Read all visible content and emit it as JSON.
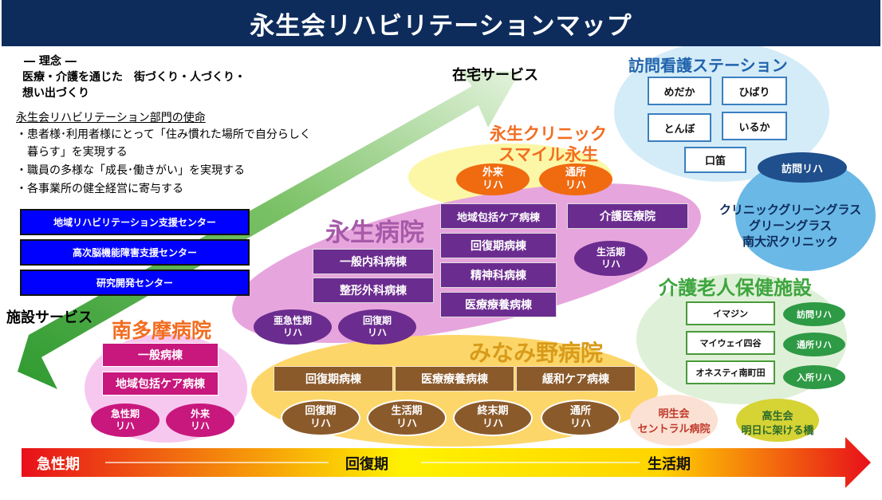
{
  "title": "永生会リハビリテーションマップ",
  "philosophy": {
    "heading": "― 理念 ―",
    "line1": "医療・介護を通じた　街づくり・人づくり・",
    "line2": "想い出づくり"
  },
  "mission": {
    "heading": "永生会リハビリテーション部門の使命",
    "items": [
      "・患者様･利用者様にとって「住み慣れた場所で自分らしく",
      "　暮らす」を実現する",
      "・職員の多様な「成長･働きがい」を実現する",
      "・各事業所の健全経営に寄与する"
    ]
  },
  "centers": [
    "地域リハビリテーション支援センター",
    "高次脳機能障害支援センター",
    "研究開発センター"
  ],
  "arrow_labels": {
    "home": "在宅サービス",
    "facility": "施設サービス"
  },
  "nagao_hospital": {
    "name": "永生病院",
    "wards_left": [
      "一般内科病棟",
      "整形外科病棟"
    ],
    "wards_center": [
      "地域包括ケア病棟",
      "回復期病棟",
      "精神科病棟",
      "医療療養病棟"
    ],
    "ward_right": "介護医療院",
    "rehab_life": [
      "生活期",
      "リハ"
    ],
    "rehab_acute": [
      "亜急性期",
      "リハ"
    ],
    "rehab_recovery": [
      "回復期",
      "リハ"
    ]
  },
  "clinic_smile": {
    "name_line1": "永生クリニック",
    "name_line2": "スマイル永生",
    "rehab_outpatient": [
      "外来",
      "リハ"
    ],
    "rehab_daycare": [
      "通所",
      "リハ"
    ]
  },
  "minami_tama": {
    "name": "南多摩病院",
    "wards": [
      "一般病棟",
      "地域包括ケア病棟"
    ],
    "rehab_acute": [
      "急性期",
      "リハ"
    ],
    "rehab_outpatient": [
      "外来",
      "リハ"
    ]
  },
  "minamino": {
    "name": "みなみ野病院",
    "wards": [
      "回復期病棟",
      "医療療養病棟",
      "緩和ケア病棟"
    ],
    "rehabs": [
      [
        "回復期",
        "リハ"
      ],
      [
        "生活期",
        "リハ"
      ],
      [
        "終末期",
        "リハ"
      ],
      [
        "通所",
        "リハ"
      ]
    ]
  },
  "home_nursing": {
    "name": "訪問看護ステーション",
    "stations": [
      "めだか",
      "ひばり",
      "とんぼ",
      "いるか",
      "口笛"
    ],
    "visit_rehab": "訪問リハ",
    "clinics": [
      "クリニックグリーングラス",
      "グリーングラス",
      "南大沢クリニック"
    ]
  },
  "geriatric": {
    "name": "介護老人保健施設",
    "facilities": [
      "イマジン",
      "マイウェイ四谷",
      "オネスティ南町田"
    ],
    "services": [
      "訪問リハ",
      "通所リハ",
      "入所リハ"
    ]
  },
  "meisei": [
    "明生会",
    "セントラル病院"
  ],
  "takasei": [
    "高生会",
    "明日に架ける橋"
  ],
  "phases": {
    "acute": "急性期",
    "recovery": "回復期",
    "life": "生活期"
  },
  "colors": {
    "title_bg": "#0d2c5c",
    "nagao_purple": "#6b2c8f",
    "minami_tama_magenta": "#c8177d",
    "minamino_brown": "#8b5a2b",
    "clinic_orange": "#f06a10",
    "geriatric_green": "#2e9a45",
    "nursing_navy": "#1f4f8c"
  }
}
